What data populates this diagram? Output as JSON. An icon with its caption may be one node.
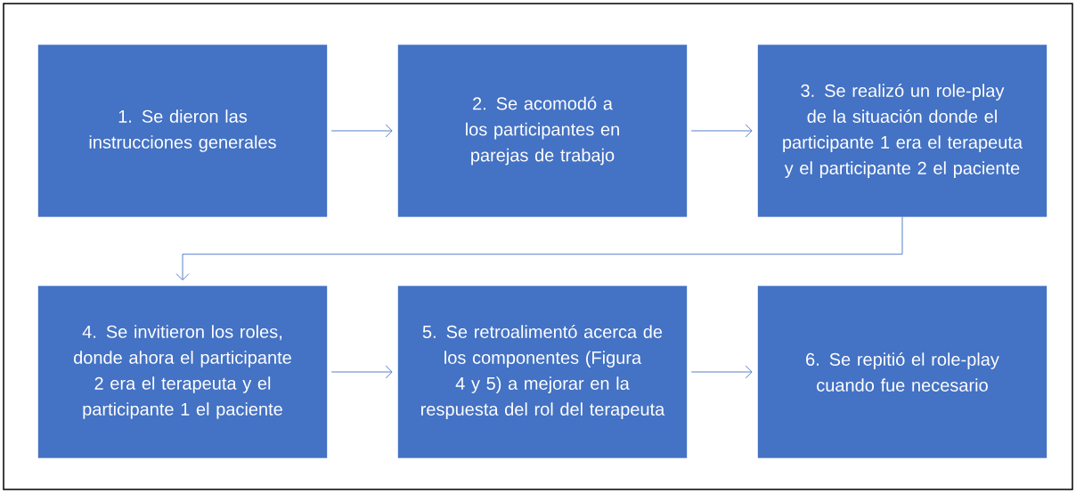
{
  "diagram": {
    "nodes": [
      {
        "text": [
          "1. Se dieron las instrucciones generales"
        ]
      },
      {
        "text": [
          "2. Se acomodó a los participantes en parejas de trabajo"
        ]
      },
      {
        "text": [
          "3. Se realizó un role-play de la situación donde el participante 1 era el terapeuta y el participante 2 el paciente"
        ]
      },
      {
        "text": [
          "4. Se invitieron los roles, donde ahora el participante 2 era el terapeuta y el participante 1 el paciente"
        ]
      },
      {
        "text": [
          "5. Se retroalimentó acerca de los componentes (Figura 4 y 5) a mejorar en la respuesta del rol del terapeuta"
        ]
      },
      {
        "text": [
          "6. Se repitió el role-play cuando fue necesario"
        ]
      }
    ],
    "edges": [
      {
        "from": 0,
        "to": 1,
        "arrow": "to"
      },
      {
        "from": 1,
        "to": 2,
        "arrow": "to"
      },
      {
        "from": 2,
        "to": 3,
        "arrow": "to"
      },
      {
        "from": 3,
        "to": 4,
        "arrow": "to"
      },
      {
        "from": 4,
        "to": 5,
        "arrow": "to"
      }
    ]
  }
}
